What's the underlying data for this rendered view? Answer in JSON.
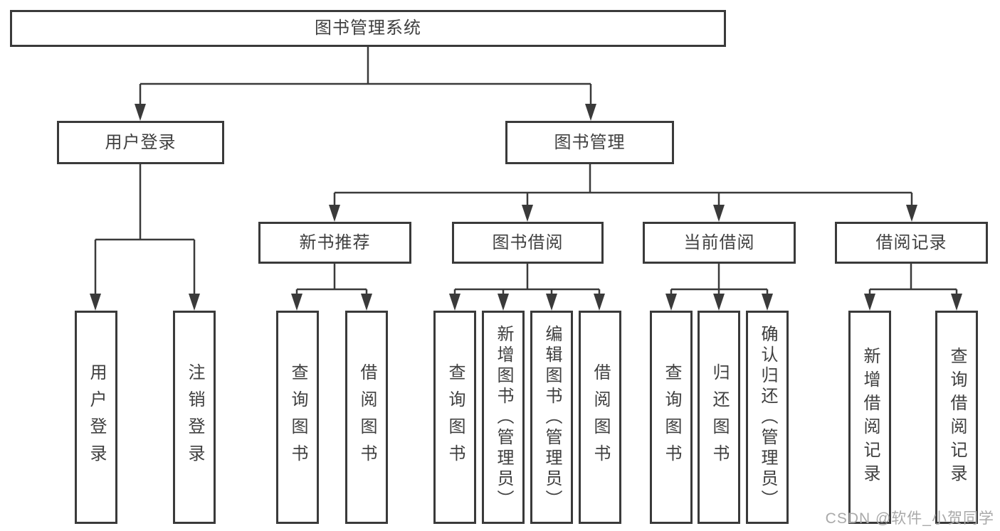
{
  "diagram": {
    "watermark": "CSDN @软件_小贺同学",
    "colors": {
      "line": "#3a3a3a",
      "box_border": "#3a3a3a",
      "text": "#3f3f3f",
      "watermark": "#a9a9a9",
      "background": "#ffffff"
    },
    "tree": {
      "root": {
        "label": "图书管理系统",
        "children": [
          {
            "label": "用户登录",
            "children": [
              {
                "label": "用户登录"
              },
              {
                "label": "注销登录"
              }
            ]
          },
          {
            "label": "图书管理",
            "children": [
              {
                "label": "新书推荐",
                "children": [
                  {
                    "label": "查询图书"
                  },
                  {
                    "label": "借阅图书"
                  }
                ]
              },
              {
                "label": "图书借阅",
                "children": [
                  {
                    "label": "查询图书"
                  },
                  {
                    "label": "新增图书（管理员）"
                  },
                  {
                    "label": "编辑图书（管理员）"
                  },
                  {
                    "label": "借阅图书"
                  }
                ]
              },
              {
                "label": "当前借阅",
                "children": [
                  {
                    "label": "查询图书"
                  },
                  {
                    "label": "归还图书"
                  },
                  {
                    "label": "确认归还（管理员）"
                  }
                ]
              },
              {
                "label": "借阅记录",
                "children": [
                  {
                    "label": "新增借阅记录"
                  },
                  {
                    "label": "查询借阅记录"
                  }
                ]
              }
            ]
          }
        ]
      }
    }
  }
}
